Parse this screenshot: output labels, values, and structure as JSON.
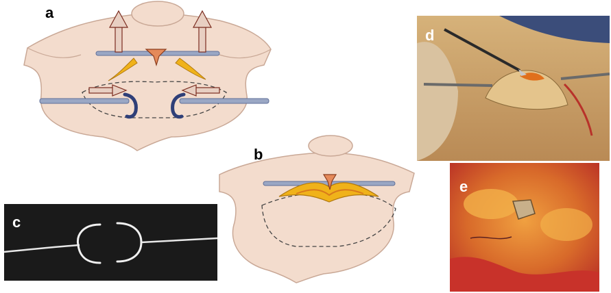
{
  "panels": {
    "a": {
      "label": "a"
    },
    "b": {
      "label": "b"
    },
    "c": {
      "label": "c"
    },
    "d": {
      "label": "d"
    },
    "e": {
      "label": "e"
    }
  },
  "colors": {
    "skin": "#f3dccd",
    "skin_shadow": "#e6c4b0",
    "rod": "#9aa7c4",
    "rod_dark": "#5f6f99",
    "hook": "#2f3f78",
    "arrow_fill": "#e8cfc2",
    "arrow_edge": "#7a2b1e",
    "yellow": "#f0b21a",
    "orange": "#d97a1c",
    "photo_bg": "#1a1a1a",
    "tissue_red": "#c8322a"
  }
}
